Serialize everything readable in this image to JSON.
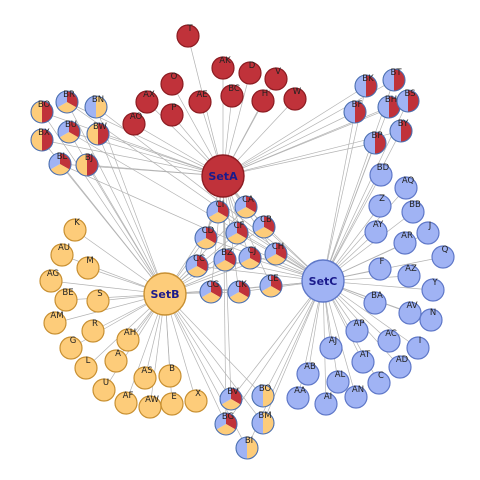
{
  "colors": {
    "setA": "#c0323a",
    "setB": "#fdcc7a",
    "setC": "#a0b3f4",
    "setA_border": "#8c1c22",
    "setB_border": "#c89032",
    "setC_border": "#5f78c8",
    "edge": "#b3b3b3"
  },
  "sets": [
    {
      "id": "SetA",
      "label": "SetA",
      "color": "setA"
    },
    {
      "id": "SetB",
      "label": "SetB",
      "color": "setB"
    },
    {
      "id": "SetC",
      "label": "SetC",
      "color": "setC"
    }
  ],
  "nodes": [
    {
      "label": "T",
      "sets": [
        "A"
      ]
    },
    {
      "label": "AK",
      "sets": [
        "A"
      ]
    },
    {
      "label": "D",
      "sets": [
        "A"
      ]
    },
    {
      "label": "V",
      "sets": [
        "A"
      ]
    },
    {
      "label": "O",
      "sets": [
        "A"
      ]
    },
    {
      "label": "AX",
      "sets": [
        "A"
      ]
    },
    {
      "label": "AE",
      "sets": [
        "A"
      ]
    },
    {
      "label": "BC",
      "sets": [
        "A"
      ]
    },
    {
      "label": "H",
      "sets": [
        "A"
      ]
    },
    {
      "label": "W",
      "sets": [
        "A"
      ]
    },
    {
      "label": "P",
      "sets": [
        "A"
      ]
    },
    {
      "label": "AO",
      "sets": [
        "A"
      ]
    },
    {
      "label": "BR",
      "sets": [
        "A",
        "B",
        "C"
      ]
    },
    {
      "label": "BN",
      "sets": [
        "B",
        "C"
      ]
    },
    {
      "label": "BO",
      "sets": [
        "A",
        "B"
      ]
    },
    {
      "label": "BU",
      "sets": [
        "A",
        "B",
        "C"
      ]
    },
    {
      "label": "BW",
      "sets": [
        "A",
        "B"
      ]
    },
    {
      "label": "BX",
      "sets": [
        "A",
        "B"
      ]
    },
    {
      "label": "BL",
      "sets": [
        "A",
        "B",
        "C"
      ]
    },
    {
      "label": "BJ",
      "sets": [
        "A",
        "B"
      ]
    },
    {
      "label": "BK",
      "sets": [
        "A",
        "C"
      ]
    },
    {
      "label": "BT",
      "sets": [
        "A",
        "C"
      ]
    },
    {
      "label": "BF",
      "sets": [
        "A",
        "C"
      ]
    },
    {
      "label": "BH",
      "sets": [
        "A",
        "C"
      ]
    },
    {
      "label": "BS",
      "sets": [
        "A",
        "C"
      ]
    },
    {
      "label": "BY",
      "sets": [
        "A",
        "C"
      ]
    },
    {
      "label": "BP",
      "sets": [
        "A",
        "C"
      ]
    },
    {
      "label": "CA",
      "sets": [
        "A",
        "B",
        "C"
      ]
    },
    {
      "label": "CI",
      "sets": [
        "A",
        "B",
        "C"
      ]
    },
    {
      "label": "CF",
      "sets": [
        "A",
        "B",
        "C"
      ]
    },
    {
      "label": "CB",
      "sets": [
        "A",
        "B",
        "C"
      ]
    },
    {
      "label": "CD",
      "sets": [
        "A",
        "B",
        "C"
      ]
    },
    {
      "label": "BZ",
      "sets": [
        "A",
        "B",
        "C"
      ]
    },
    {
      "label": "CJ",
      "sets": [
        "A",
        "B",
        "C"
      ]
    },
    {
      "label": "CH",
      "sets": [
        "A",
        "B",
        "C"
      ]
    },
    {
      "label": "CC",
      "sets": [
        "A",
        "B",
        "C"
      ]
    },
    {
      "label": "CE",
      "sets": [
        "A",
        "B",
        "C"
      ]
    },
    {
      "label": "CG",
      "sets": [
        "A",
        "B",
        "C"
      ]
    },
    {
      "label": "CK",
      "sets": [
        "A",
        "B",
        "C"
      ]
    },
    {
      "label": "K",
      "sets": [
        "B"
      ]
    },
    {
      "label": "AU",
      "sets": [
        "B"
      ]
    },
    {
      "label": "M",
      "sets": [
        "B"
      ]
    },
    {
      "label": "AG",
      "sets": [
        "B"
      ]
    },
    {
      "label": "BE",
      "sets": [
        "B"
      ]
    },
    {
      "label": "S",
      "sets": [
        "B"
      ]
    },
    {
      "label": "AM",
      "sets": [
        "B"
      ]
    },
    {
      "label": "R",
      "sets": [
        "B"
      ]
    },
    {
      "label": "G",
      "sets": [
        "B"
      ]
    },
    {
      "label": "AH",
      "sets": [
        "B"
      ]
    },
    {
      "label": "L",
      "sets": [
        "B"
      ]
    },
    {
      "label": "A",
      "sets": [
        "B"
      ]
    },
    {
      "label": "U",
      "sets": [
        "B"
      ]
    },
    {
      "label": "AS",
      "sets": [
        "B"
      ]
    },
    {
      "label": "B",
      "sets": [
        "B"
      ]
    },
    {
      "label": "AF",
      "sets": [
        "B"
      ]
    },
    {
      "label": "AW",
      "sets": [
        "B"
      ]
    },
    {
      "label": "E",
      "sets": [
        "B"
      ]
    },
    {
      "label": "X",
      "sets": [
        "B"
      ]
    },
    {
      "label": "BV",
      "sets": [
        "A",
        "B",
        "C"
      ]
    },
    {
      "label": "BG",
      "sets": [
        "A",
        "B",
        "C"
      ]
    },
    {
      "label": "BO",
      "sets": [
        "B",
        "C"
      ]
    },
    {
      "label": "BM",
      "sets": [
        "B",
        "C"
      ]
    },
    {
      "label": "BI",
      "sets": [
        "B",
        "C"
      ]
    },
    {
      "label": "BD",
      "sets": [
        "C"
      ]
    },
    {
      "label": "AQ",
      "sets": [
        "C"
      ]
    },
    {
      "label": "Z",
      "sets": [
        "C"
      ]
    },
    {
      "label": "BB",
      "sets": [
        "C"
      ]
    },
    {
      "label": "AY",
      "sets": [
        "C"
      ]
    },
    {
      "label": "J",
      "sets": [
        "C"
      ]
    },
    {
      "label": "AR",
      "sets": [
        "C"
      ]
    },
    {
      "label": "Q",
      "sets": [
        "C"
      ]
    },
    {
      "label": "F",
      "sets": [
        "C"
      ]
    },
    {
      "label": "AZ",
      "sets": [
        "C"
      ]
    },
    {
      "label": "Y",
      "sets": [
        "C"
      ]
    },
    {
      "label": "BA",
      "sets": [
        "C"
      ]
    },
    {
      "label": "AV",
      "sets": [
        "C"
      ]
    },
    {
      "label": "N",
      "sets": [
        "C"
      ]
    },
    {
      "label": "AP",
      "sets": [
        "C"
      ]
    },
    {
      "label": "AC",
      "sets": [
        "C"
      ]
    },
    {
      "label": "I",
      "sets": [
        "C"
      ]
    },
    {
      "label": "AJ",
      "sets": [
        "C"
      ]
    },
    {
      "label": "AT",
      "sets": [
        "C"
      ]
    },
    {
      "label": "AD",
      "sets": [
        "C"
      ]
    },
    {
      "label": "AB",
      "sets": [
        "C"
      ]
    },
    {
      "label": "AL",
      "sets": [
        "C"
      ]
    },
    {
      "label": "C",
      "sets": [
        "C"
      ]
    },
    {
      "label": "AA",
      "sets": [
        "C"
      ]
    },
    {
      "label": "AI",
      "sets": [
        "C"
      ]
    },
    {
      "label": "AN",
      "sets": [
        "C"
      ]
    }
  ]
}
